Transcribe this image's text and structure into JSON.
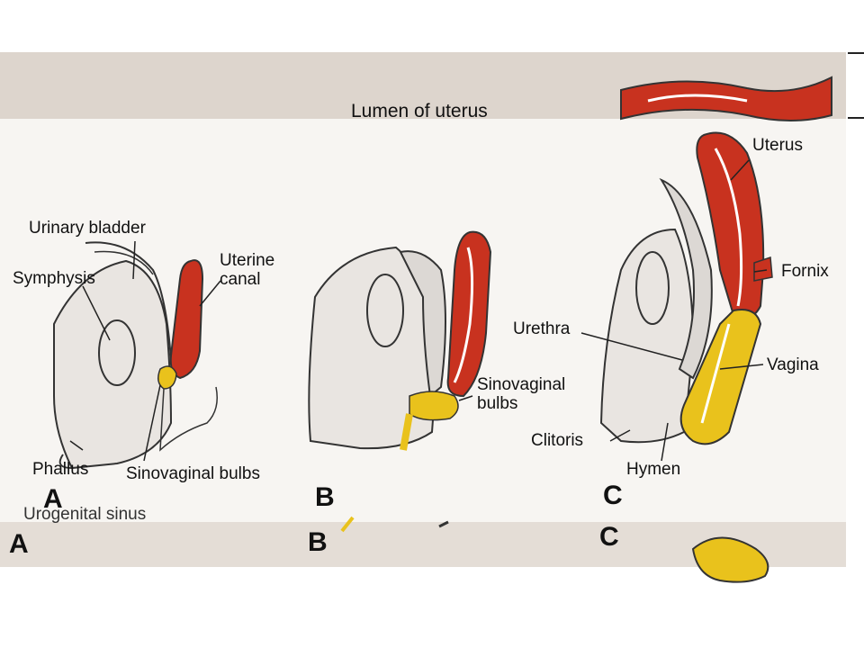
{
  "labels": {
    "lumen_of_uterus": "Lumen of uterus",
    "urinary_bladder": "Urinary bladder",
    "symphysis": "Symphysis",
    "uterine_canal": "Uterine\ncanal",
    "phallus": "Phallus",
    "sinovaginal_bulbs_a": "Sinovaginal bulbs",
    "sinovaginal_bulbs_b": "Sinovaginal\nbulbs",
    "uterus": "Uterus",
    "fornix": "Fornix",
    "urethra": "Urethra",
    "vagina": "Vagina",
    "clitoris": "Clitoris",
    "hymen": "Hymen",
    "urogenital_sinus": "Urogenital sinus"
  },
  "panel_letters": {
    "a_top": "A",
    "b_top": "B",
    "c_top": "C",
    "a_bottom": "A",
    "b_bottom": "B",
    "c_bottom": "C"
  },
  "colors": {
    "page": "#ffffff",
    "scan_paper": "#e3dcd5",
    "uterus_red": "#c8321f",
    "sinovaginal_yellow": "#e9c21c",
    "outline": "#333333",
    "stipple": "#9b9591"
  }
}
